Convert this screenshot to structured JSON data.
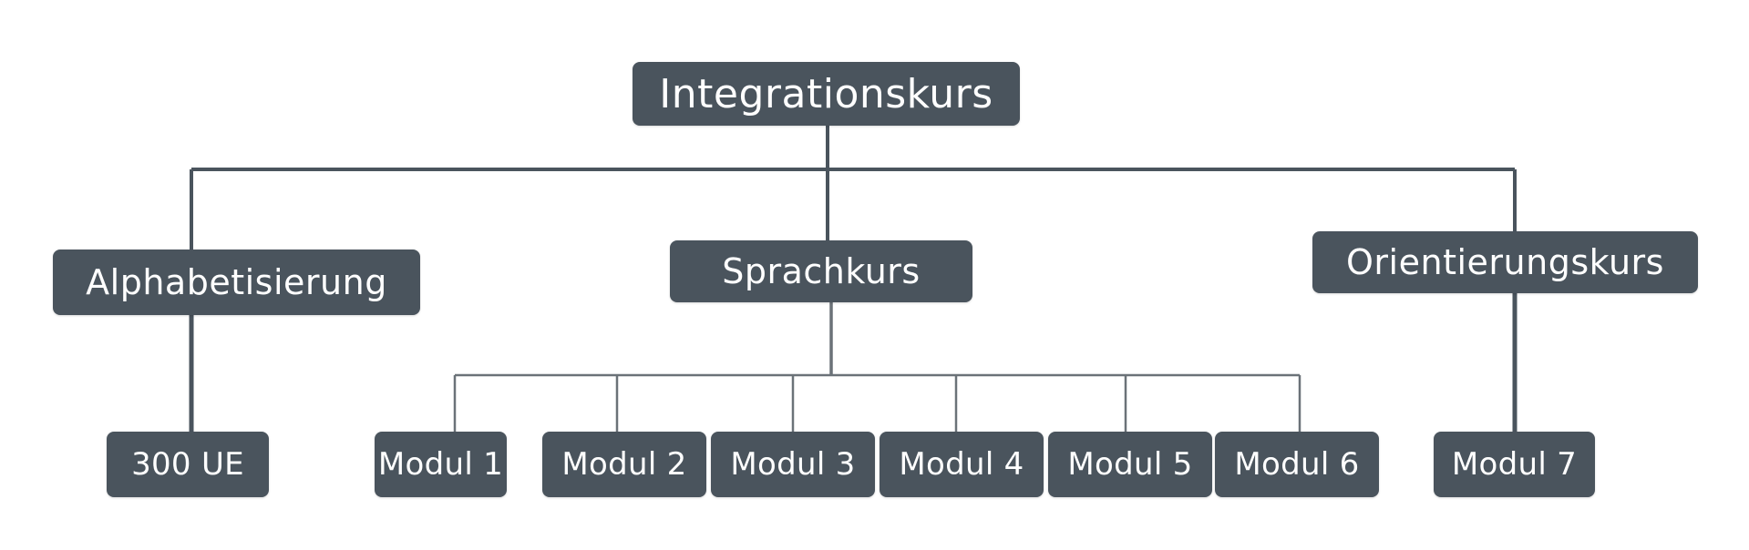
{
  "diagram": {
    "root": {
      "label": "Integrationskurs"
    },
    "branches": [
      {
        "label": "Alphabetisierung",
        "children": [
          {
            "label": "300 UE"
          }
        ]
      },
      {
        "label": "Sprachkurs",
        "children": [
          {
            "label": "Modul 1"
          },
          {
            "label": "Modul 2"
          },
          {
            "label": "Modul 3"
          },
          {
            "label": "Modul 4"
          },
          {
            "label": "Modul 5"
          },
          {
            "label": "Modul 6"
          }
        ]
      },
      {
        "label": "Orientierungskurs",
        "children": [
          {
            "label": "Modul 7"
          }
        ]
      }
    ],
    "colors": {
      "node_fill": "#4a545d",
      "node_text": "#ffffff",
      "connector_thick": "#4a545d",
      "connector_thin": "#6b7278"
    }
  }
}
